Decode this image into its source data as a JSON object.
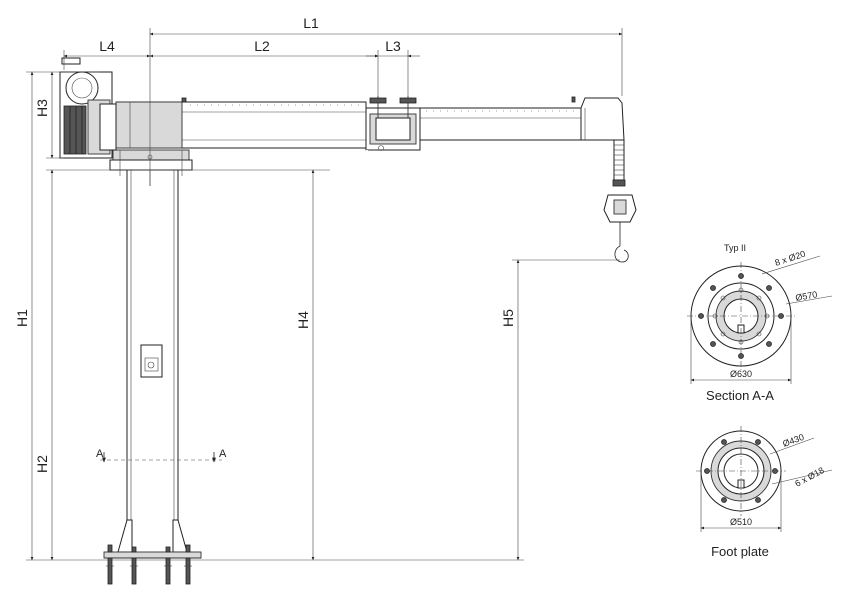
{
  "dimensions": {
    "L1": "L1",
    "L2": "L2",
    "L3": "L3",
    "L4": "L4",
    "H1": "H1",
    "H2": "H2",
    "H3": "H3",
    "H4": "H4",
    "H5": "H5"
  },
  "section_marker": {
    "left": "A",
    "right": "A"
  },
  "section_view": {
    "caption": "Section A-A",
    "note": "Typ II",
    "holes": "8 x Ø20",
    "inner_diameter": "Ø570",
    "outer_diameter": "Ø630"
  },
  "foot_plate": {
    "caption": "Foot plate",
    "bolt_circle": "Ø430",
    "holes": "6 x Ø18",
    "outer_diameter": "Ø510"
  }
}
